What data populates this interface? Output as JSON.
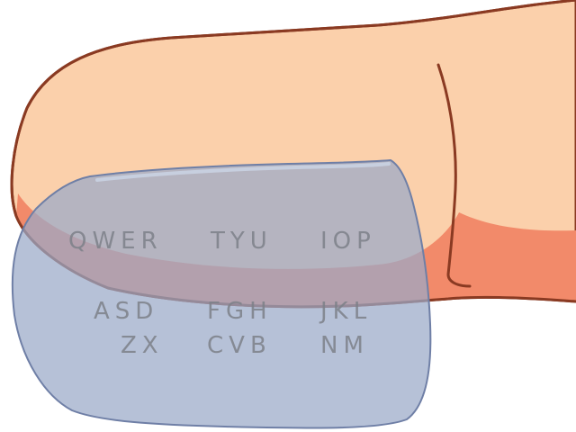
{
  "diagram": {
    "subject": "finger-with-overlay-keyboard",
    "colors": {
      "skin": "#fbd0ab",
      "skin_outline": "#8a3a22",
      "nail_underside": "#f28a6a",
      "overlay_fill": "#9aa9c8",
      "overlay_stroke": "#6f7fa6",
      "overlay_highlight": "#c9d1e2",
      "key_text": "#7d8088"
    },
    "keyboard_rows": [
      {
        "groups": [
          "QWER",
          "TYU",
          "IOP"
        ]
      },
      {
        "groups": [
          "ASD",
          "FGH",
          "JKL"
        ]
      },
      {
        "groups": [
          "ZX",
          "CVB",
          "NM"
        ]
      }
    ]
  }
}
